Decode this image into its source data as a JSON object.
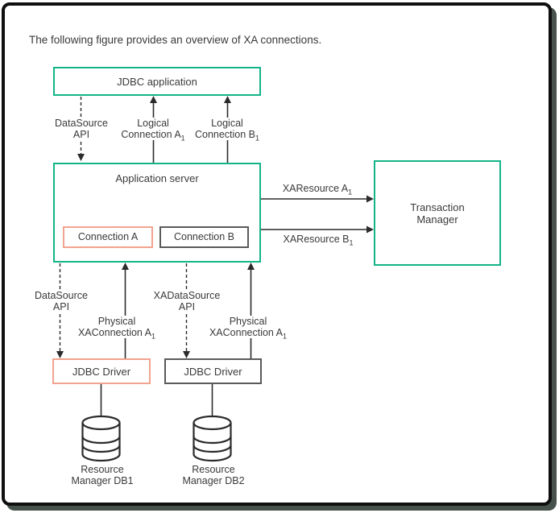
{
  "colors": {
    "green": "#14B489",
    "salmon": "#F2A390",
    "grayBorder": "#595A5C",
    "line": "#2B2B2B",
    "text": "#3A3A3A",
    "frame": "#0F0F0F",
    "shadow": "#46524B"
  },
  "intro_text": "The following figure provides an overview of XA connections.",
  "boxes": {
    "jdbc_application": {
      "label": "JDBC application"
    },
    "application_server": {
      "label": "Application server"
    },
    "connection_a": {
      "label": "Connection A"
    },
    "connection_b": {
      "label": "Connection B"
    },
    "transaction_manager": {
      "line1": "Transaction",
      "line2": "Manager"
    },
    "jdbc_driver_left": {
      "label": "JDBC Driver"
    },
    "jdbc_driver_right": {
      "label": "JDBC Driver"
    }
  },
  "connector_labels": {
    "datasource_api_top": {
      "line1": "DataSource",
      "line2": "API"
    },
    "logical_connection_a": {
      "line1": "Logical",
      "line2": "Connection A",
      "sub": "1"
    },
    "logical_connection_b": {
      "line1": "Logical",
      "line2": "Connection B",
      "sub": "1"
    },
    "xaresource_a": {
      "text": "XAResource A",
      "sub": "1"
    },
    "xaresource_b": {
      "text": "XAResource B",
      "sub": "1"
    },
    "datasource_api_bottom": {
      "line1": "DataSource",
      "line2": "API"
    },
    "physical_xaconnection_left": {
      "line1": "Physical",
      "line2": "XAConnection A",
      "sub": "1"
    },
    "xadatasource_api": {
      "line1": "XADataSource",
      "line2": "API"
    },
    "physical_xaconnection_right": {
      "line1": "Physical",
      "line2": "XAConnection A",
      "sub": "1"
    }
  },
  "databases": {
    "db1": {
      "line1": "Resource",
      "line2": "Manager DB1"
    },
    "db2": {
      "line1": "Resource",
      "line2": "Manager DB2"
    }
  }
}
